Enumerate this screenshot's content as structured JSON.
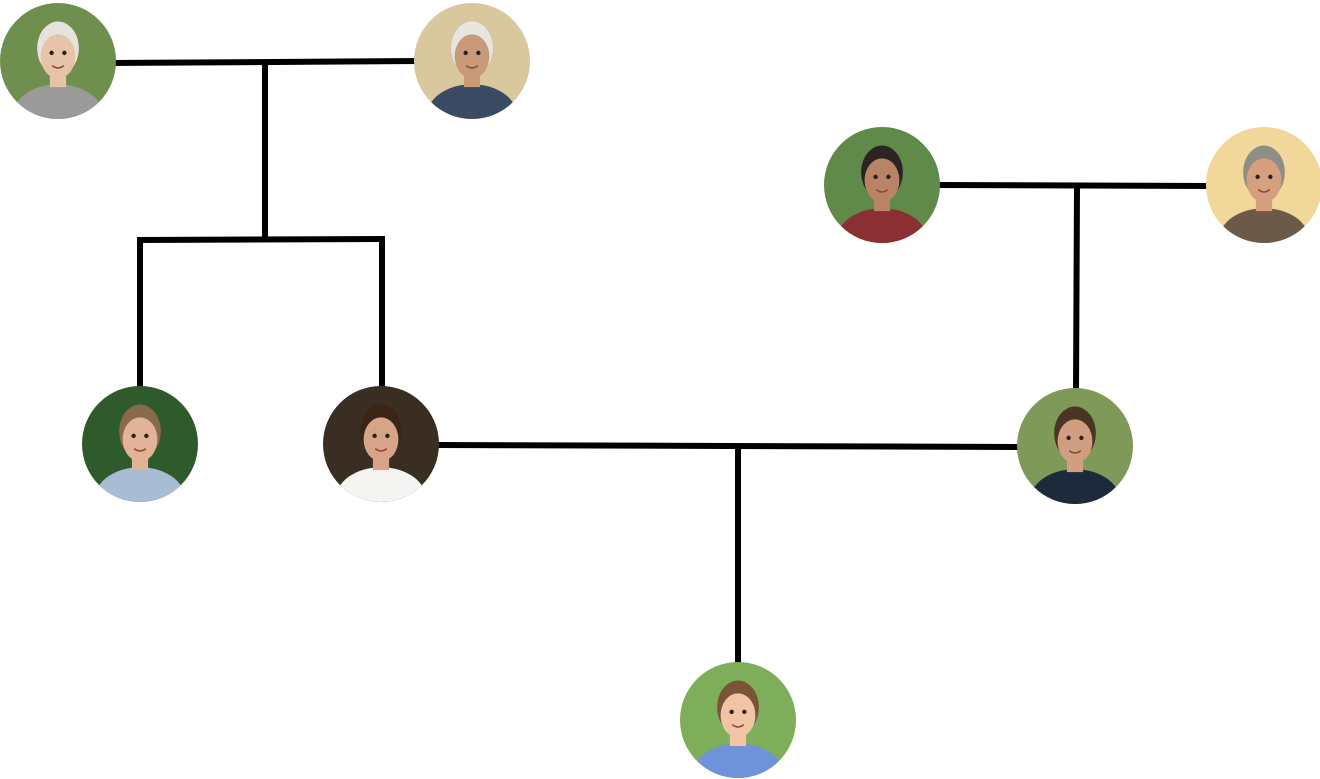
{
  "colors": {
    "connector": "#000000",
    "background": "#ffffff"
  },
  "people": [
    {
      "id": "p1",
      "portrait": "elderly-woman-grey-hair-portrait",
      "bg": "#6f8f4e",
      "skin": "#e7c4a8",
      "hair": "#e6e3dc",
      "top": "#9a9a9a"
    },
    {
      "id": "p2",
      "portrait": "elderly-man-glasses-portrait",
      "bg": "#d9c79e",
      "skin": "#c99a78",
      "hair": "#e8e6e2",
      "top": "#3b4a63"
    },
    {
      "id": "p3",
      "portrait": "elderly-woman-red-shirt-portrait",
      "bg": "#5f8a4a",
      "skin": "#b98466",
      "hair": "#2b2422",
      "top": "#8c2f32"
    },
    {
      "id": "p4",
      "portrait": "bearded-man-flat-cap-portrait",
      "bg": "#f1d79a",
      "skin": "#d6a07f",
      "hair": "#8d8f86",
      "top": "#6b5a4a"
    },
    {
      "id": "p5",
      "portrait": "young-man-light-shirt-portrait",
      "bg": "#2f5a2b",
      "skin": "#e2b396",
      "hair": "#8a6a4c",
      "top": "#a9bcd6"
    },
    {
      "id": "p6",
      "portrait": "young-woman-curly-hair-portrait",
      "bg": "#3a2e22",
      "skin": "#d8a487",
      "hair": "#3b2416",
      "top": "#f4f4f2"
    },
    {
      "id": "p7",
      "portrait": "man-curly-hair-dark-shirt-portrait",
      "bg": "#7f9a58",
      "skin": "#d09e80",
      "hair": "#4a3524",
      "top": "#1d2a3c"
    },
    {
      "id": "p8",
      "portrait": "child-boy-portrait",
      "bg": "#7fae5a",
      "skin": "#f0c4a4",
      "hair": "#7a5436",
      "top": "#6f93d8"
    }
  ],
  "relations": [
    {
      "type": "partners",
      "a": "p1",
      "b": "p2"
    },
    {
      "type": "partners",
      "a": "p3",
      "b": "p4"
    },
    {
      "type": "partners",
      "a": "p6",
      "b": "p7"
    },
    {
      "type": "children",
      "parents": [
        "p1",
        "p2"
      ],
      "children": [
        "p5",
        "p6"
      ]
    },
    {
      "type": "children",
      "parents": [
        "p3",
        "p4"
      ],
      "children": [
        "p7"
      ]
    },
    {
      "type": "children",
      "parents": [
        "p6",
        "p7"
      ],
      "children": [
        "p8"
      ]
    }
  ]
}
